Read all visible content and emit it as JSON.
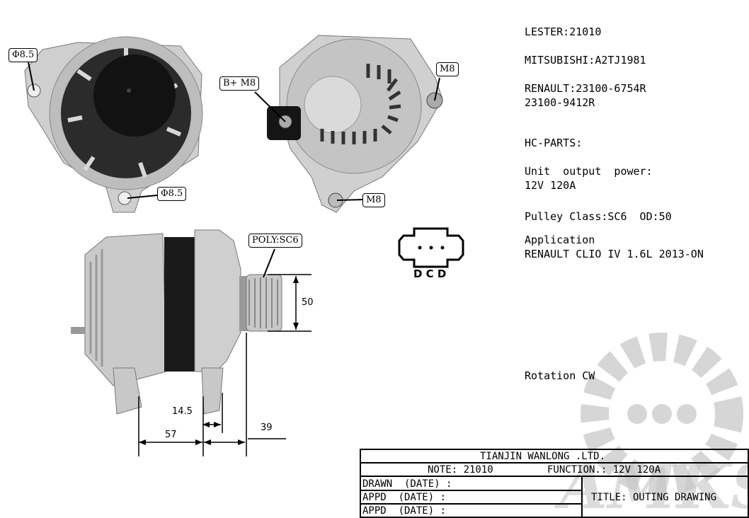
{
  "specs": {
    "lester": "LESTER:21010",
    "mitsubishi": "MITSUBISHI:A2TJ1981",
    "renault_1": "RENAULT:23100-6754R",
    "renault_2": "23100-9412R",
    "hc_parts": "HC-PARTS:",
    "output_power_label": "Unit  output  power:",
    "output_power_value": "12V 120A",
    "pulley": "Pulley Class:SC6  OD:50",
    "application_label": "Application",
    "application_value": "RENAULT CLIO IV 1.6L 2013-ON",
    "rotation": "Rotation CW"
  },
  "callouts": {
    "phi_top": "Φ8.5",
    "phi_bottom": "Φ8.5",
    "b_plus": "B+  M8",
    "m8_right": "M8",
    "m8_bottom": "M8",
    "poly": "POLY:SC6"
  },
  "connector": {
    "label": "D C D"
  },
  "dimensions": {
    "d50": "50",
    "d14_5": "14.5",
    "d57": "57",
    "d39": "39"
  },
  "title_block": {
    "company": "TIANJIN WANLONG .LTD.",
    "note": "NOTE: 21010",
    "function": "FUNCTION.: 12V 120A",
    "drawn": "DRAWN  (DATE) :",
    "appd1": "APPD  (DATE) :",
    "appd2": "APPD  (DATE) :",
    "title": "TITLE: OUTING DRAWING"
  },
  "watermark": {
    "text": "AMKS"
  },
  "colors": {
    "metal": "#c9c9c9",
    "dark": "#111111",
    "line": "#000000",
    "watermark": "#b5b5b5"
  }
}
